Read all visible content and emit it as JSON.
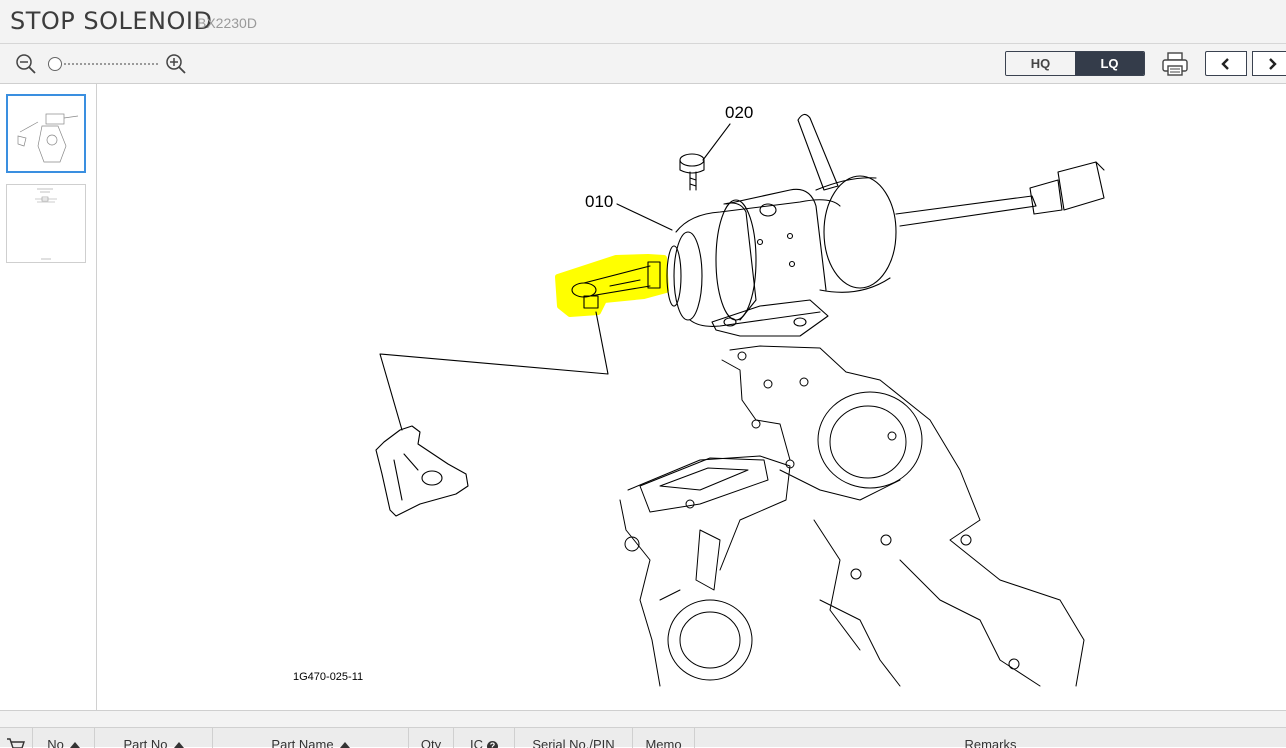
{
  "header": {
    "title": "STOP SOLENOID",
    "model": "BX2230D"
  },
  "toolbar": {
    "zoom_out_icon": "zoom-out-icon",
    "zoom_in_icon": "zoom-in-icon",
    "zoom_level": 0,
    "quality": {
      "hq_label": "HQ",
      "lq_label": "LQ",
      "selected": "LQ"
    },
    "print_icon": "printer-icon",
    "prev_icon": "chevron-left-icon",
    "next_icon": "chevron-right-icon"
  },
  "thumbnails": [
    {
      "page": 1,
      "active": true
    },
    {
      "page": 2,
      "active": false
    }
  ],
  "diagram": {
    "callouts": [
      {
        "label": "020"
      },
      {
        "label": "010"
      }
    ],
    "figure_code": "1G470-025-11",
    "highlight_color": "#ffff00"
  },
  "table": {
    "cart_icon": "cart-icon",
    "columns": [
      {
        "label": "No",
        "sortable": true
      },
      {
        "label": "Part No",
        "sortable": true
      },
      {
        "label": "Part Name",
        "sortable": true
      },
      {
        "label": "Qty",
        "sortable": false
      },
      {
        "label": "IC",
        "help": true
      },
      {
        "label": "Serial No./PIN",
        "sortable": false
      },
      {
        "label": "Memo",
        "sortable": false
      },
      {
        "label": "Remarks",
        "sortable": false
      }
    ]
  },
  "colors": {
    "accent": "#3a8fe0",
    "dark": "#343c4a",
    "toolbar_bg": "#f3f3f3"
  }
}
